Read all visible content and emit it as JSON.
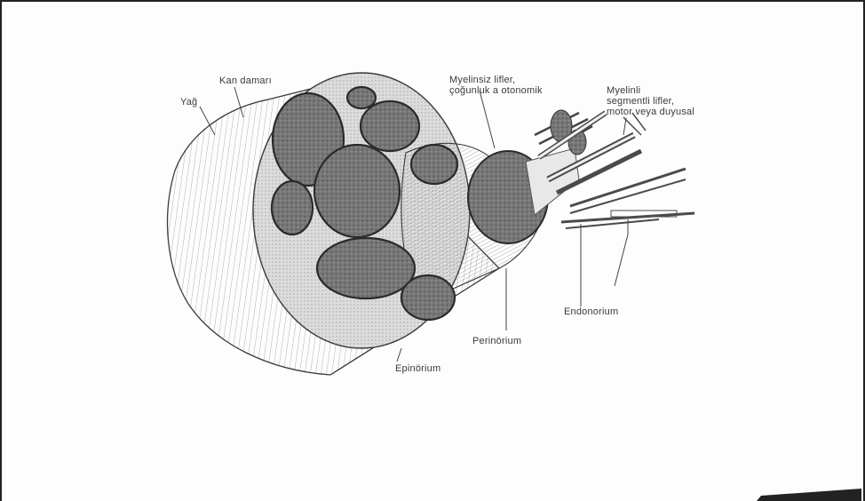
{
  "labels": {
    "yag": "Yağ",
    "kan_damari": "Kan damarı",
    "myelinsiz": [
      "Myelinsiz lifler,",
      "çoğunluk a otonomik"
    ],
    "myelinli": [
      "Myelinli",
      "segmentli lifler,",
      "motor veya duyusal"
    ],
    "endonorium": "Endonorium",
    "perinorium": "Perinörium",
    "epinorium": "Epinörium"
  },
  "colors": {
    "ink": "#2f2f2f",
    "fascicle_fill": "#6d6d6d",
    "sheath_fill": "#d9d9d9",
    "paper": "#fdfdfd"
  }
}
